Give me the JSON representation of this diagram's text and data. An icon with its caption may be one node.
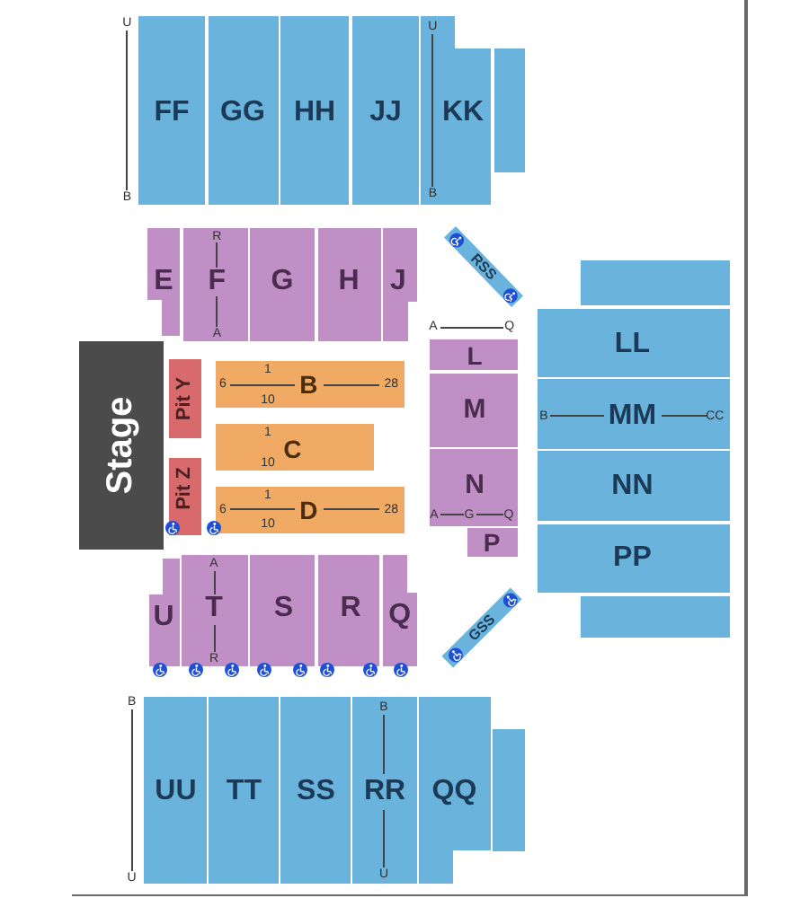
{
  "diagram": {
    "nodes": [
      {
        "text": [
          "FF"
        ],
        "beside": [
          "U",
          "B"
        ]
      },
      {
        "text": [
          "GG"
        ]
      },
      {
        "text": [
          "HH"
        ]
      },
      {
        "text": [
          "JJ"
        ]
      },
      {
        "text": [
          "U",
          "KK",
          "B"
        ]
      },
      {
        "text": [],
        "shape": "box"
      },
      {
        "text": [
          "E"
        ]
      },
      {
        "text": [
          "R",
          "F",
          "A"
        ]
      },
      {
        "text": [
          "G"
        ]
      },
      {
        "text": [
          "H"
        ]
      },
      {
        "text": [
          "J"
        ]
      },
      {
        "text": [
          "RSS"
        ]
      },
      {
        "text": [],
        "shape": "box"
      },
      {
        "text": [
          "Stage"
        ]
      },
      {
        "text": [
          "Pit Y"
        ]
      },
      {
        "text": [
          "Pit Z"
        ]
      },
      {
        "text": [
          "1",
          "6",
          "B",
          "28",
          "10"
        ]
      },
      {
        "text": [
          "1",
          "C",
          "10"
        ]
      },
      {
        "text": [
          "1",
          "6",
          "D",
          "28",
          "10"
        ]
      },
      {
        "text": [
          "L"
        ],
        "beside": [
          "A",
          "Q"
        ]
      },
      {
        "text": [
          "LL"
        ]
      },
      {
        "text": [
          "M"
        ]
      },
      {
        "text": [
          "B",
          "MM",
          "CC"
        ]
      },
      {
        "text": [
          "N",
          "A",
          "G",
          "Q"
        ]
      },
      {
        "text": [
          "NN"
        ]
      },
      {
        "text": [
          "P"
        ]
      },
      {
        "text": [
          "PP"
        ]
      },
      {
        "text": [],
        "shape": "box"
      },
      {
        "text": [
          "U"
        ]
      },
      {
        "text": [
          "A",
          "T",
          "R"
        ]
      },
      {
        "text": [
          "S"
        ]
      },
      {
        "text": [
          "R"
        ]
      },
      {
        "text": [
          "Q"
        ]
      },
      {
        "text": [
          "GSS"
        ]
      },
      {
        "text": [
          "UU"
        ],
        "beside": [
          "B",
          "U"
        ]
      },
      {
        "text": [
          "TT"
        ]
      },
      {
        "text": [
          "SS"
        ]
      },
      {
        "text": [
          "B",
          "RR",
          "U"
        ]
      },
      {
        "text": [
          "QQ"
        ]
      },
      {
        "text": [],
        "shape": "box"
      }
    ]
  }
}
